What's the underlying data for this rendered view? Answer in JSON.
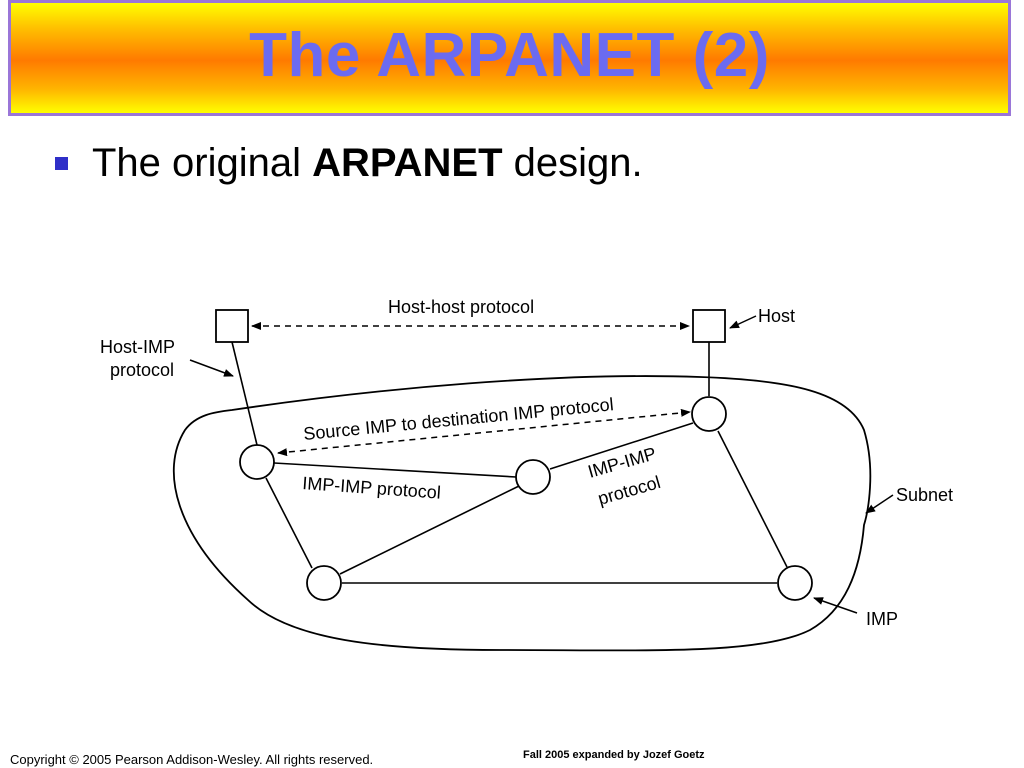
{
  "slide": {
    "title": "The ARPANET (2)",
    "bullet": {
      "prefix": "The original ",
      "emphasis": "ARPANET",
      "suffix": " design."
    },
    "accent_color": "#6b6bf0",
    "bullet_color": "#2f2fc8"
  },
  "diagram": {
    "labels": {
      "host_host_protocol": "Host-host protocol",
      "host": "Host",
      "host_imp_protocol_line1": "Host-IMP",
      "host_imp_protocol_line2": "protocol",
      "source_imp_protocol": "Source IMP to destination IMP protocol",
      "imp_imp_protocol": "IMP-IMP protocol",
      "imp_imp_protocol_line1": "IMP-IMP",
      "imp_imp_protocol_line2": "protocol",
      "subnet": "Subnet",
      "imp": "IMP"
    }
  },
  "footer": {
    "copyright": "Copyright © 2005 Pearson Addison-Wesley. All rights reserved.",
    "credit": "Fall 2005 expanded by Jozef Goetz"
  }
}
